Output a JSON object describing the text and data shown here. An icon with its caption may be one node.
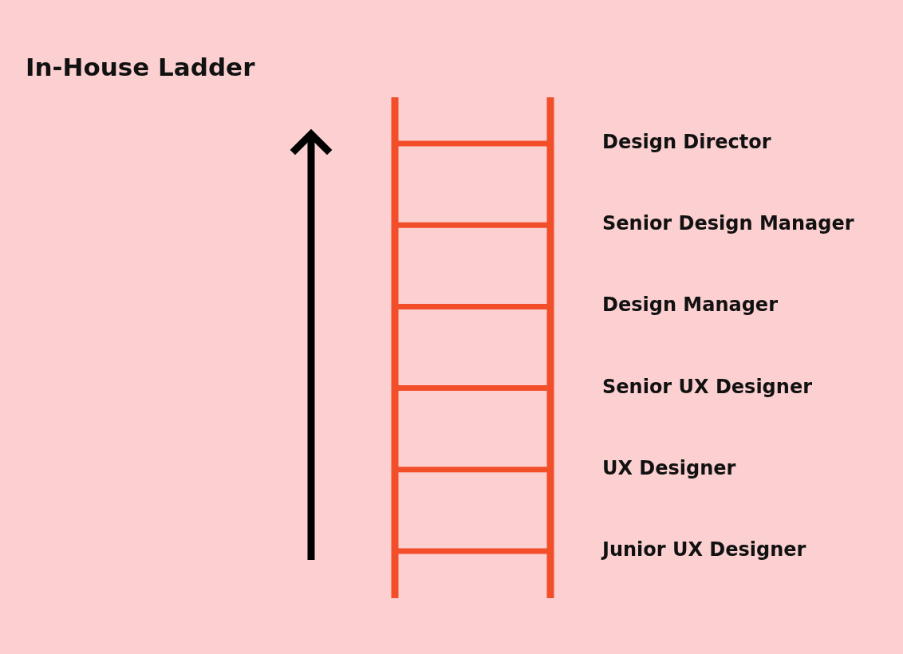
{
  "diagram": {
    "title": "In-House Ladder",
    "labels": [
      "Design Director",
      "Senior Design Manager",
      "Design Manager",
      "Senior UX Designer",
      "UX Designer",
      "Junior UX Designer"
    ]
  }
}
